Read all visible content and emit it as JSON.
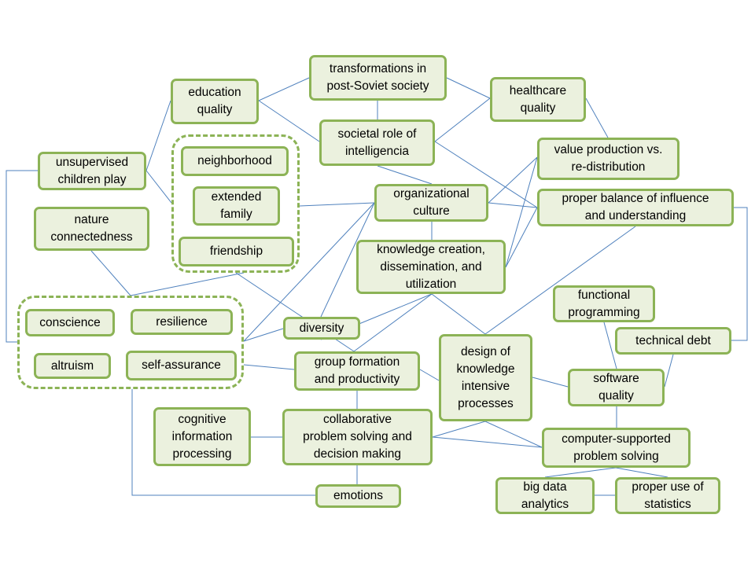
{
  "diagram": {
    "colors": {
      "edge": "#4f81bd",
      "node_fill": "#ebf1de",
      "node_border": "#8cb356"
    },
    "nodes": {
      "transformations": "transformations in\npost-Soviet society",
      "education": "education\nquality",
      "healthcare": "healthcare\nquality",
      "societal": "societal  role of\nintelligencia",
      "value": "value production vs.\nre-distribution",
      "unsupervised": "unsupervised\nchildren play",
      "neighborhood": "neighborhood",
      "extended": "extended\nfamily",
      "friendship": "friendship",
      "nature": "nature\nconnectedness",
      "orgculture": "organizational\nculture",
      "balance": "proper balance of influence\nand understanding",
      "knowledge": "knowledge creation,\ndissemination, and\nutilization",
      "functional": "functional\nprogramming",
      "conscience": "conscience",
      "resilience": "resilience",
      "diversity": "diversity",
      "techdebt": "technical debt",
      "design": "design of\nknowledge\nintensive\nprocesses",
      "altruism": "altruism",
      "selfassurance": "self-assurance",
      "groupformation": "group formation\nand productivity",
      "software": "software\nquality",
      "cognitive": "cognitive\ninformation\nprocessing",
      "collaborative": "collaborative\nproblem solving and\ndecision making",
      "computer": "computer-supported\nproblem solving",
      "bigdata": "big data\nanalytics",
      "statistics": "proper use of\nstatistics",
      "emotions": "emotions"
    }
  }
}
